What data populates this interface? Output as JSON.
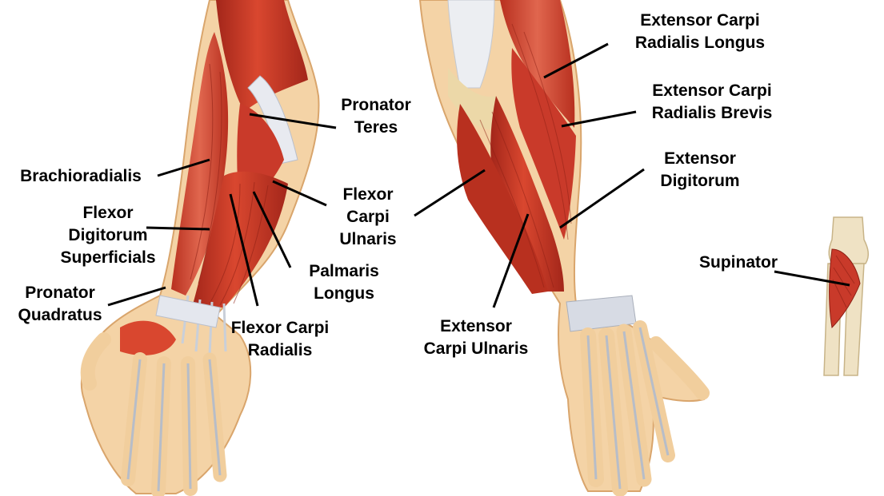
{
  "colors": {
    "muscle": "#c93a2a",
    "muscle_dark": "#a3261a",
    "muscle_light": "#e2604a",
    "skin": "#f4d3a6",
    "skin_edge": "#d9a56c",
    "tendon": "#d8dde6",
    "bone": "#efe2c4",
    "leader_line": "#000000",
    "label_text": "#000000"
  },
  "labels": {
    "pronator_teres": [
      "Pronator",
      "Teres"
    ],
    "brachioradialis": [
      "Brachioradialis"
    ],
    "flexor_carpi_ulnaris": [
      "Flexor",
      "Carpi",
      "Ulnaris"
    ],
    "flexor_digitorum_superficialis": [
      "Flexor",
      "Digitorum",
      "Superficials"
    ],
    "palmaris_longus": [
      "Palmaris",
      "Longus"
    ],
    "pronator_quadratus": [
      "Pronator",
      "Quadratus"
    ],
    "flexor_carpi_radialis": [
      "Flexor Carpi",
      "Radialis"
    ],
    "extensor_carpi_radialis_longus": [
      "Extensor Carpi",
      "Radialis Longus"
    ],
    "extensor_carpi_radialis_brevis": [
      "Extensor Carpi",
      "Radialis Brevis"
    ],
    "extensor_digitorum": [
      "Extensor",
      "Digitorum"
    ],
    "extensor_carpi_ulnaris": [
      "Extensor",
      "Carpi Ulnaris"
    ],
    "supinator": [
      "Supinator"
    ]
  }
}
